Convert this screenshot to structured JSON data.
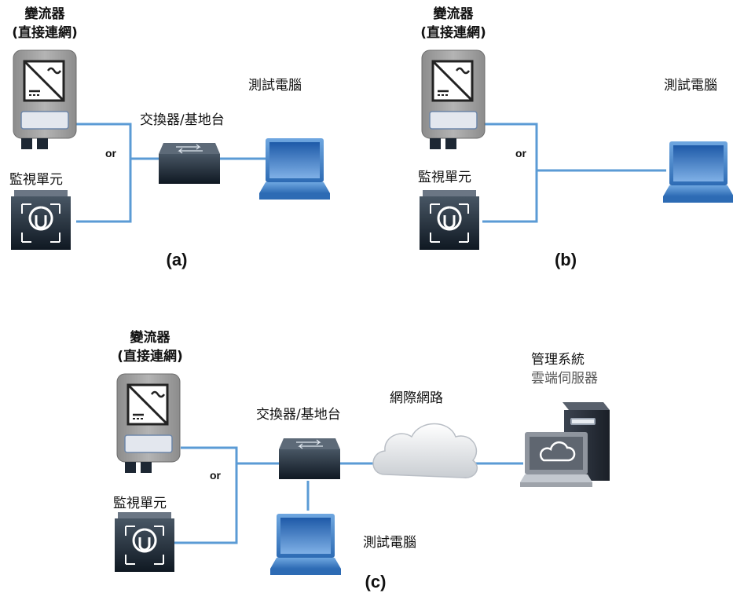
{
  "labels": {
    "inverter_line1": "變流器",
    "inverter_line2": "(直接連網)",
    "monitor": "監視單元",
    "switch": "交換器/基地台",
    "pc": "測試電腦",
    "internet": "網際網路",
    "server_line1": "管理系統",
    "server_line2": "雲端伺服器",
    "or": "or"
  },
  "panels": {
    "a": "(a)",
    "b": "(b)",
    "c": "(c)"
  },
  "colors": {
    "line": "#5b9bd5",
    "device_dark": "#1f2b3a",
    "device_gray": "#9a9a9a"
  },
  "icons": [
    "inverter-icon",
    "monitor-unit-icon",
    "switch-icon",
    "laptop-icon",
    "cloud-icon",
    "server-icon"
  ]
}
